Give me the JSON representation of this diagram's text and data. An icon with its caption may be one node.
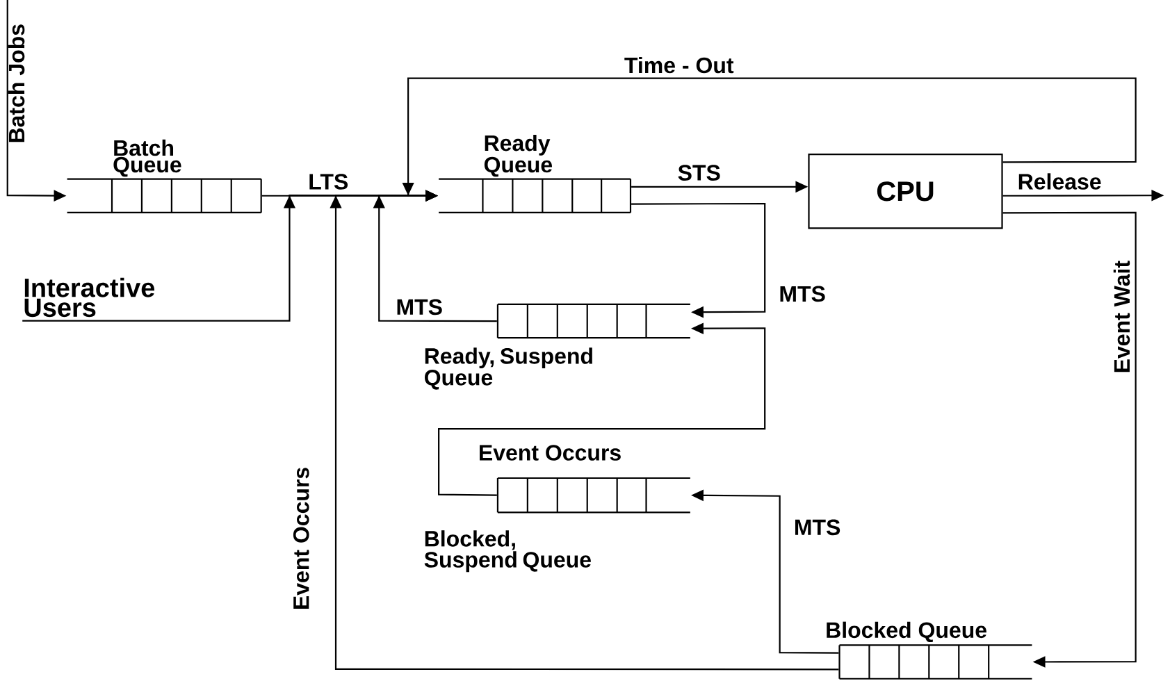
{
  "diagram": {
    "nodes": [
      {
        "text": [
          "Batch Jobs"
        ]
      },
      {
        "text": [
          "Batch Queue"
        ]
      },
      {
        "text": [
          "Interactive Users"
        ]
      },
      {
        "text": [
          "Ready Queue"
        ]
      },
      {
        "text": [
          "CPU"
        ]
      },
      {
        "text": [
          "Ready, Suspend Queue"
        ]
      },
      {
        "text": [
          "Blocked, Suspend Queue"
        ]
      },
      {
        "text": [
          "Blocked Queue"
        ]
      }
    ],
    "edges": [
      {
        "from": 0,
        "to": 1,
        "arrow": "to"
      },
      {
        "from": 1,
        "to": 3,
        "arrow": "to",
        "label": "LTS"
      },
      {
        "from": 2,
        "to": 3,
        "arrow": "to"
      },
      {
        "from": 7,
        "to": 3,
        "arrow": "to",
        "label": "Event Occurs"
      },
      {
        "from": 5,
        "to": 3,
        "arrow": "to",
        "label": "MTS"
      },
      {
        "from": 4,
        "to": 3,
        "arrow": "to",
        "label": "Time - Out"
      },
      {
        "from": 3,
        "to": 4,
        "arrow": "to",
        "label": "STS"
      },
      {
        "from": 4,
        "to": null,
        "arrow": "to",
        "label": "Release"
      },
      {
        "from": 4,
        "to": 7,
        "arrow": "to",
        "label": "Event Wait"
      },
      {
        "from": 3,
        "to": 5,
        "arrow": "to",
        "label": "MTS"
      },
      {
        "from": 6,
        "to": 5,
        "arrow": "to",
        "label": "Event Occurs"
      },
      {
        "from": 7,
        "to": 6,
        "arrow": "to",
        "label": "MTS"
      }
    ]
  }
}
